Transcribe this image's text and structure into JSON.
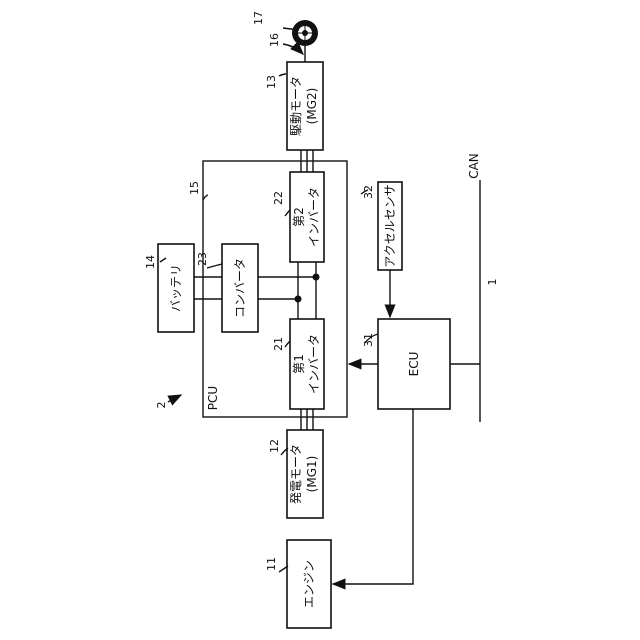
{
  "diagram": {
    "figure_ref": "2",
    "pcu_label": "PCU",
    "can_label": "CAN",
    "bus_ref": "1",
    "components": {
      "engine": {
        "ref": "11",
        "label": "エンジン"
      },
      "generator": {
        "ref": "12",
        "label": "発電モータ",
        "sub": "(MG1)"
      },
      "drive_motor": {
        "ref": "13",
        "label": "駆動モータ",
        "sub": "(MG2)"
      },
      "battery": {
        "ref": "14",
        "label": "バッテリ"
      },
      "pcu": {
        "ref": "15"
      },
      "axle": {
        "ref": "16"
      },
      "wheel": {
        "ref": "17"
      },
      "inverter1": {
        "ref": "21",
        "label": "第1",
        "sub": "インバータ"
      },
      "inverter2": {
        "ref": "22",
        "label": "第2",
        "sub": "インバータ"
      },
      "converter": {
        "ref": "23",
        "label": "コンバータ"
      },
      "ecu": {
        "ref": "31",
        "label": "ECU"
      },
      "accel_sensor": {
        "ref": "32",
        "label": "アクセルセンサ"
      }
    }
  }
}
